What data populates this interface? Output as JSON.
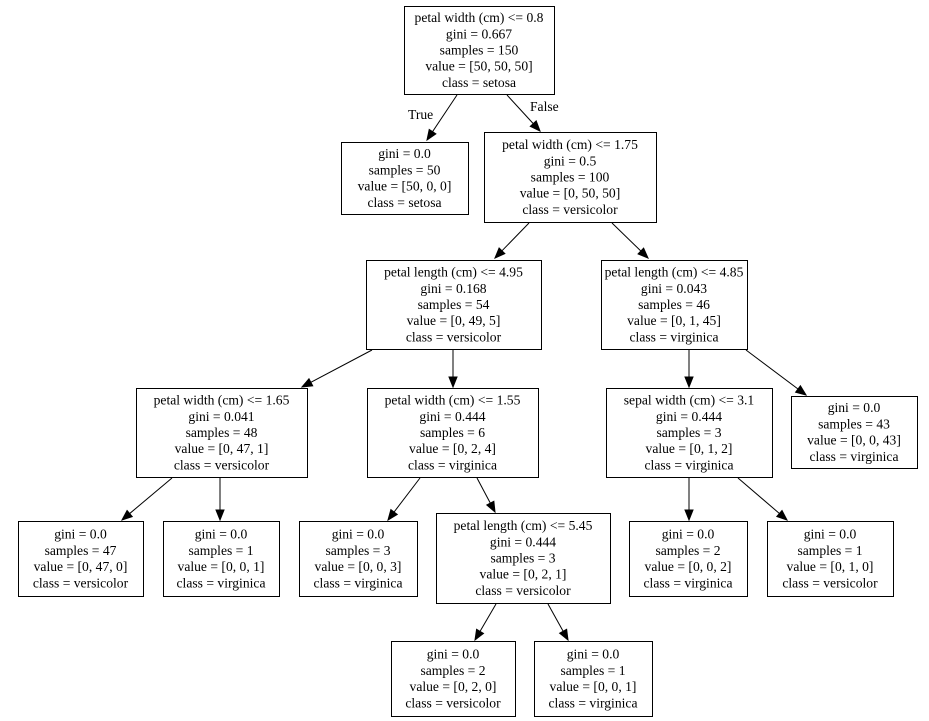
{
  "tree": {
    "nodes": [
      {
        "id": "n0",
        "lines": [
          "petal width (cm) <= 0.8",
          "gini = 0.667",
          "samples = 150",
          "value = [50, 50, 50]",
          "class = setosa"
        ]
      },
      {
        "id": "n1",
        "lines": [
          "gini = 0.0",
          "samples = 50",
          "value = [50, 0, 0]",
          "class = setosa"
        ]
      },
      {
        "id": "n2",
        "lines": [
          "petal width (cm) <= 1.75",
          "gini = 0.5",
          "samples = 100",
          "value = [0, 50, 50]",
          "class = versicolor"
        ]
      },
      {
        "id": "n3",
        "lines": [
          "petal length (cm) <= 4.95",
          "gini = 0.168",
          "samples = 54",
          "value = [0, 49, 5]",
          "class = versicolor"
        ]
      },
      {
        "id": "n4",
        "lines": [
          "petal length (cm) <= 4.85",
          "gini = 0.043",
          "samples = 46",
          "value = [0, 1, 45]",
          "class = virginica"
        ]
      },
      {
        "id": "n5",
        "lines": [
          "petal width (cm) <= 1.65",
          "gini = 0.041",
          "samples = 48",
          "value = [0, 47, 1]",
          "class = versicolor"
        ]
      },
      {
        "id": "n6",
        "lines": [
          "petal width (cm) <= 1.55",
          "gini = 0.444",
          "samples = 6",
          "value = [0, 2, 4]",
          "class = virginica"
        ]
      },
      {
        "id": "n7",
        "lines": [
          "sepal width (cm) <= 3.1",
          "gini = 0.444",
          "samples = 3",
          "value = [0, 1, 2]",
          "class = virginica"
        ]
      },
      {
        "id": "n8",
        "lines": [
          "gini = 0.0",
          "samples = 43",
          "value = [0, 0, 43]",
          "class = virginica"
        ]
      },
      {
        "id": "n9",
        "lines": [
          "gini = 0.0",
          "samples = 47",
          "value = [0, 47, 0]",
          "class = versicolor"
        ]
      },
      {
        "id": "n10",
        "lines": [
          "gini = 0.0",
          "samples = 1",
          "value = [0, 0, 1]",
          "class = virginica"
        ]
      },
      {
        "id": "n11",
        "lines": [
          "gini = 0.0",
          "samples = 3",
          "value = [0, 0, 3]",
          "class = virginica"
        ]
      },
      {
        "id": "n12",
        "lines": [
          "petal length (cm) <= 5.45",
          "gini = 0.444",
          "samples = 3",
          "value = [0, 2, 1]",
          "class = versicolor"
        ]
      },
      {
        "id": "n13",
        "lines": [
          "gini = 0.0",
          "samples = 2",
          "value = [0, 0, 2]",
          "class = virginica"
        ]
      },
      {
        "id": "n14",
        "lines": [
          "gini = 0.0",
          "samples = 1",
          "value = [0, 1, 0]",
          "class = versicolor"
        ]
      },
      {
        "id": "n15",
        "lines": [
          "gini = 0.0",
          "samples = 2",
          "value = [0, 2, 0]",
          "class = versicolor"
        ]
      },
      {
        "id": "n16",
        "lines": [
          "gini = 0.0",
          "samples = 1",
          "value = [0, 0, 1]",
          "class = virginica"
        ]
      }
    ],
    "edges": [
      {
        "from": "n0",
        "to": "n1",
        "label": "True"
      },
      {
        "from": "n0",
        "to": "n2",
        "label": "False"
      },
      {
        "from": "n2",
        "to": "n3",
        "label": ""
      },
      {
        "from": "n2",
        "to": "n4",
        "label": ""
      },
      {
        "from": "n3",
        "to": "n5",
        "label": ""
      },
      {
        "from": "n3",
        "to": "n6",
        "label": ""
      },
      {
        "from": "n4",
        "to": "n7",
        "label": ""
      },
      {
        "from": "n4",
        "to": "n8",
        "label": ""
      },
      {
        "from": "n5",
        "to": "n9",
        "label": ""
      },
      {
        "from": "n5",
        "to": "n10",
        "label": ""
      },
      {
        "from": "n6",
        "to": "n11",
        "label": ""
      },
      {
        "from": "n6",
        "to": "n12",
        "label": ""
      },
      {
        "from": "n7",
        "to": "n13",
        "label": ""
      },
      {
        "from": "n7",
        "to": "n14",
        "label": ""
      },
      {
        "from": "n12",
        "to": "n15",
        "label": ""
      },
      {
        "from": "n12",
        "to": "n16",
        "label": ""
      }
    ]
  }
}
